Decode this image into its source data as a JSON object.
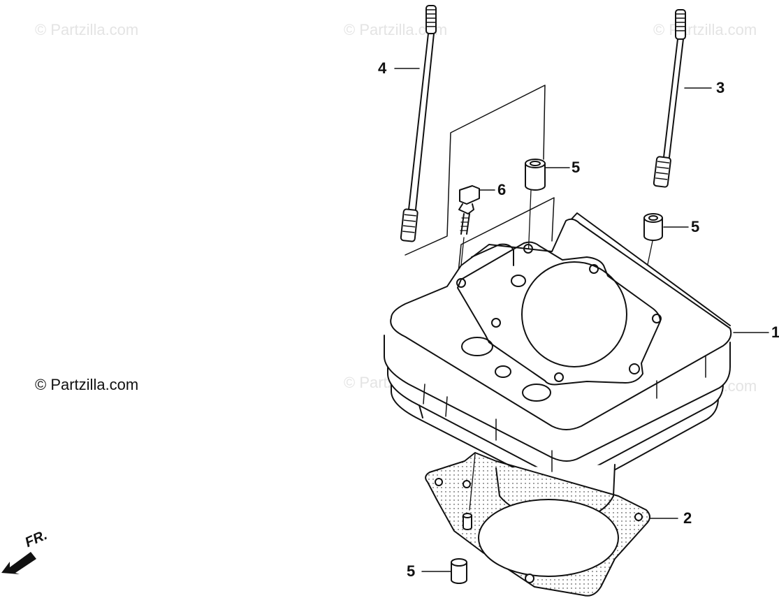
{
  "watermarks": {
    "top_left": "© Partzilla.com",
    "top_center": "© Partzilla.com",
    "top_right": "© Partzilla.com",
    "mid_left": "© Partzilla.com",
    "mid_center": "© Partzilla.com",
    "mid_right": "© Partzilla.com"
  },
  "callouts": {
    "cylinder": "1",
    "gasket": "2",
    "stud_right": "3",
    "stud_left": "4",
    "dowel_upper": "5",
    "dowel_right": "5",
    "dowel_lower": "5",
    "bolt": "6"
  },
  "direction": {
    "label": "FR.",
    "icon": "front-direction-arrow-icon"
  },
  "colors": {
    "line": "#111111",
    "watermark_faint": "#e4e4e4"
  }
}
